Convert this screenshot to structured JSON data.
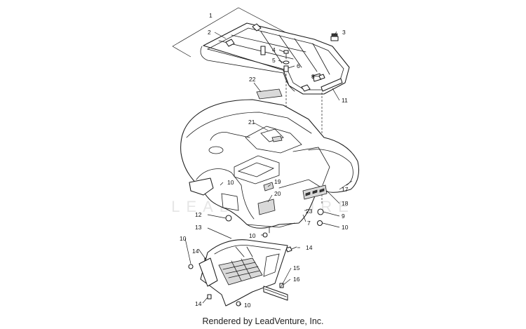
{
  "watermark": "LEADVENTURE",
  "footer": "Rendered by LeadVenture, Inc.",
  "callouts": {
    "c1": "1",
    "c2": "2",
    "c3": "3",
    "c4": "4",
    "c5": "5",
    "c6": "6",
    "c7": "7",
    "c8": "8",
    "c9": "9",
    "c10a": "10",
    "c10b": "10",
    "c10c": "10",
    "c10d": "10",
    "c10e": "10",
    "c11": "11",
    "c12": "12",
    "c13": "13",
    "c14a": "14",
    "c14b": "14",
    "c14c": "14",
    "c15": "15",
    "c16": "16",
    "c17": "17",
    "c18": "18",
    "c19": "19",
    "c20": "20",
    "c21": "21",
    "c22": "22",
    "c23": "23"
  }
}
